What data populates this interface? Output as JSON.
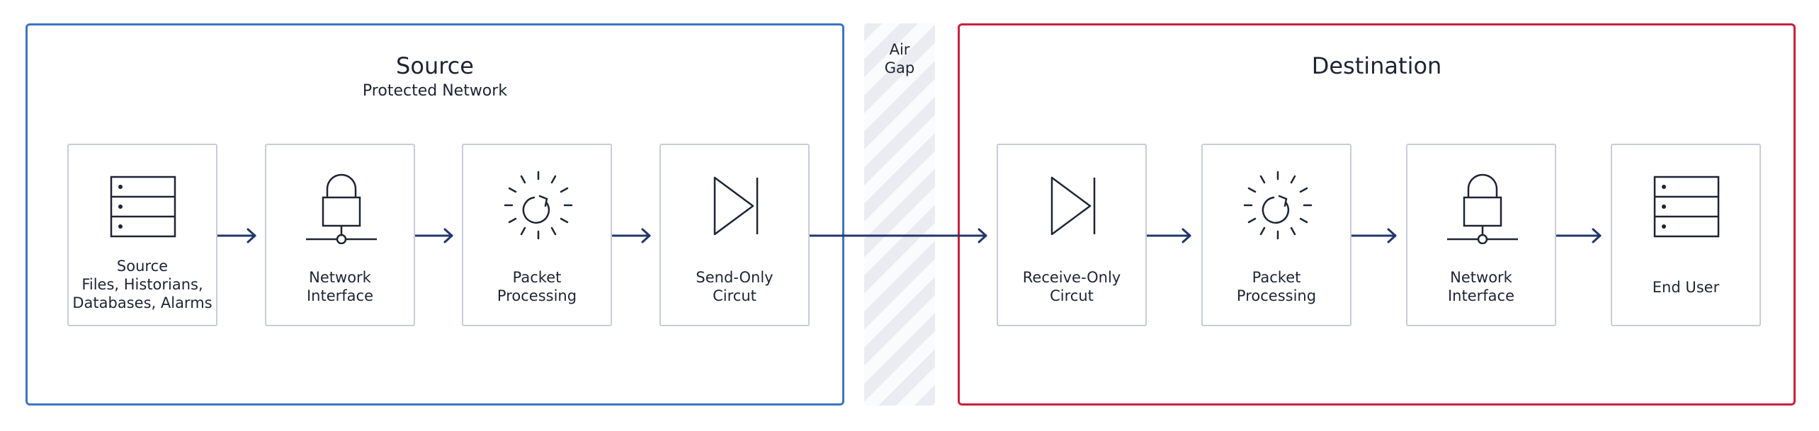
{
  "source": {
    "title": "Source",
    "subtitle": "Protected Network",
    "border_color": "#3d73c4",
    "steps": [
      {
        "label": "Source\nFiles, Historians,\nDatabases, Alarms",
        "icon": "server-icon"
      },
      {
        "label": "Network\nInterface",
        "icon": "padlock-network-icon"
      },
      {
        "label": "Packet\nProcessing",
        "icon": "processing-icon"
      },
      {
        "label": "Send-Only\nCircut",
        "icon": "diode-icon"
      }
    ]
  },
  "air_gap": {
    "label": "Air\nGap"
  },
  "destination": {
    "title": "Destination",
    "border_color": "#c8203f",
    "steps": [
      {
        "label": "Receive-Only\nCircut",
        "icon": "diode-icon"
      },
      {
        "label": "Packet\nProcessing",
        "icon": "processing-icon"
      },
      {
        "label": "Network\nInterface",
        "icon": "padlock-network-icon"
      },
      {
        "label": "End User",
        "icon": "server-icon"
      }
    ]
  },
  "arrow_color": "#23366b"
}
